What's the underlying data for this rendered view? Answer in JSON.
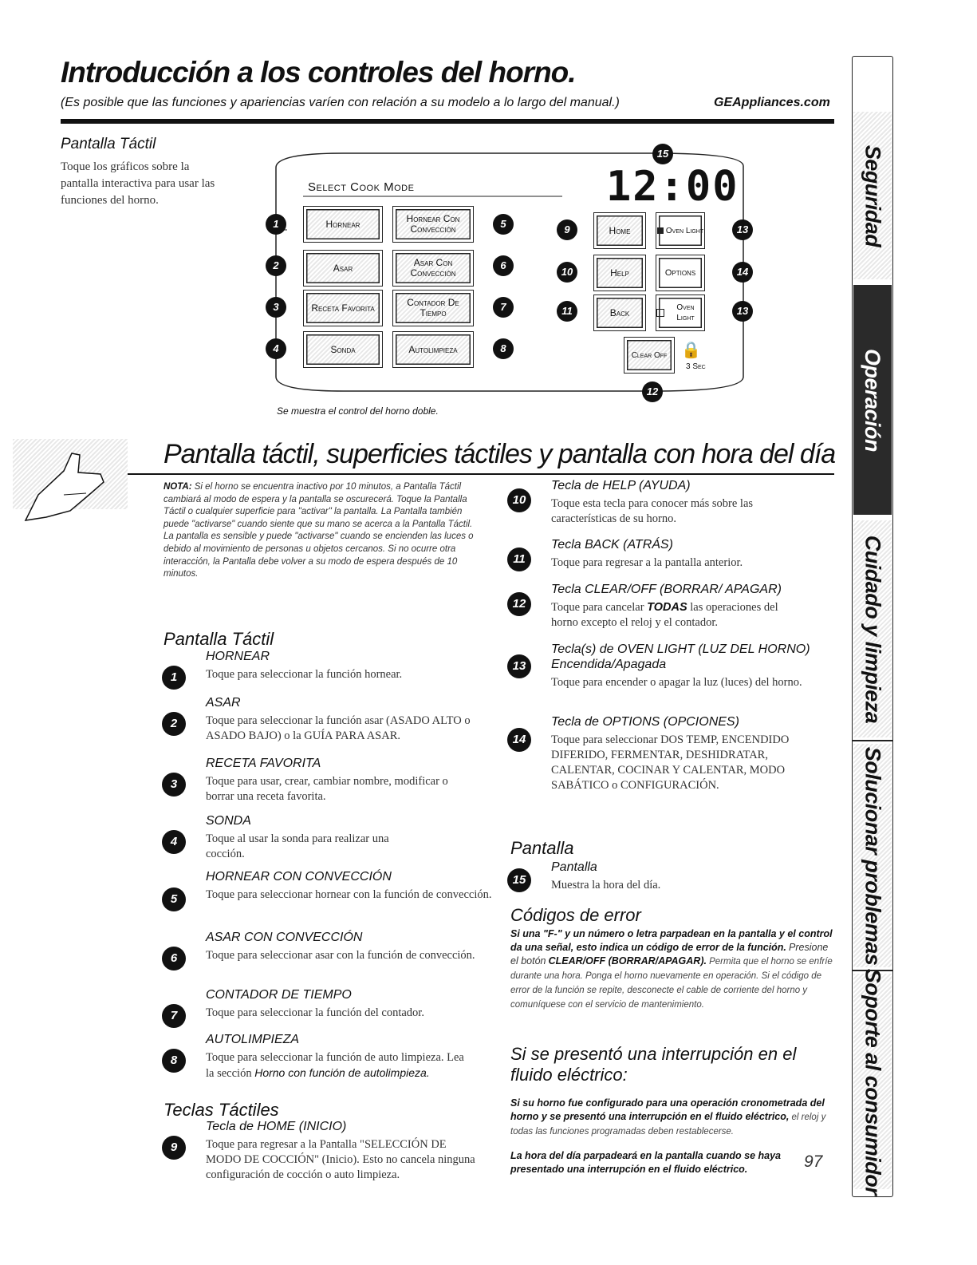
{
  "header": {
    "title": "Introducción a los controles del horno.",
    "subtitle": "(Es posible que las funciones y apariencias varíen con relación a su modelo a lo largo del manual.)",
    "website": "GEAppliances.com"
  },
  "intro": {
    "heading": "Pantalla Táctil",
    "text": "Toque los gráficos sobre la pantalla interactiva para usar las funciones del horno."
  },
  "panel": {
    "mode_label": "Select Cook Mode",
    "clock": "12:00",
    "buttons": {
      "hornear": "Hornear",
      "hornear_conv": "Hornear Con Convección",
      "asar": "Asar",
      "asar_conv": "Asar Con Convección",
      "receta": "Receta Favorita",
      "contador": "Contador De Tiempo",
      "sonda": "Sonda",
      "autolimpieza": "Autolimpieza",
      "home": "Home",
      "oven_light_on": "Oven Light",
      "help": "Help",
      "options": "Options",
      "back": "Back",
      "oven_light_off": "Oven Light",
      "clear_off": "Clear Off",
      "lock_time": "3 Sec"
    },
    "caption": "Se muestra el control del horno doble.",
    "callouts": [
      "1",
      "2",
      "3",
      "4",
      "5",
      "6",
      "7",
      "8",
      "9",
      "10",
      "11",
      "12",
      "13",
      "14",
      "15"
    ]
  },
  "section": {
    "title": "Pantalla táctil, superficies táctiles y pantalla con hora del día",
    "nota_label": "NOTA:",
    "nota_text": "Si el horno se encuentra inactivo por 10 minutos, a Pantalla Táctil cambiará al modo de espera y la pantalla se oscurecerá. Toque la Pantalla Táctil o cualquier superficie para \"activar\" la pantalla. La Pantalla también puede \"activarse\" cuando siente que su mano se acerca a la Pantalla Táctil. La pantalla es sensible y puede \"activarse\" cuando se encienden las luces o debido al movimiento de personas u objetos cercanos. Si no ocurre otra interacción, la Pantalla debe volver a su modo de espera después de 10 minutos."
  },
  "left_col": {
    "touch_heading": "Pantalla Táctil",
    "items": [
      {
        "n": "1",
        "title": "HORNEAR",
        "text": "Toque para seleccionar la función hornear."
      },
      {
        "n": "2",
        "title": "ASAR",
        "text": "Toque para seleccionar la función asar (ASADO ALTO o ASADO BAJO) o la GUÍA PARA ASAR."
      },
      {
        "n": "3",
        "title": "RECETA FAVORITA",
        "text": "Toque para usar, crear, cambiar nombre, modificar o borrar una receta favorita."
      },
      {
        "n": "4",
        "title": "SONDA",
        "text": "Toque al usar la sonda para realizar una cocción."
      },
      {
        "n": "5",
        "title": "HORNEAR CON CONVECCIÓN",
        "text": "Toque para seleccionar hornear con la función de convección."
      },
      {
        "n": "6",
        "title": "ASAR CON CONVECCIÓN",
        "text": "Toque para seleccionar asar con la función de convección."
      },
      {
        "n": "7",
        "title": "CONTADOR DE TIEMPO",
        "text": "Toque para seleccionar la función del contador."
      },
      {
        "n": "8",
        "title": "AUTOLIMPIEZA",
        "text": "Toque para seleccionar la función de auto limpieza. Lea la sección",
        "text_it": "Horno con función de autolimpieza."
      }
    ],
    "keys_heading": "Teclas Táctiles",
    "key9": {
      "n": "9",
      "title": "Tecla de HOME (INICIO)",
      "text": "Toque para regresar a la Pantalla \"SELECCIÓN DE MODO DE COCCIÓN\" (Inicio). Esto no cancela ninguna configuración de cocción o auto limpieza."
    }
  },
  "right_col": {
    "items": [
      {
        "n": "10",
        "title": "Tecla de HELP (AYUDA)",
        "text": "Toque esta tecla para conocer más sobre las características de su horno."
      },
      {
        "n": "11",
        "title": "Tecla BACK (ATRÁS)",
        "text": "Toque para regresar a la pantalla anterior."
      },
      {
        "n": "12",
        "title": "Tecla CLEAR/OFF (BORRAR/ APAGAR)",
        "text_a": "Toque para cancelar",
        "text_b": "TODAS",
        "text_c": "las operaciones del horno excepto el reloj y el contador."
      },
      {
        "n": "13",
        "title": "Tecla(s) de OVEN LIGHT (LUZ DEL HORNO) Encendida/Apagada",
        "text": "Toque para encender o apagar la luz (luces) del horno."
      },
      {
        "n": "14",
        "title": "Tecla de OPTIONS (OPCIONES)",
        "text": "Toque para seleccionar DOS TEMP, ENCENDIDO DIFERIDO, FERMENTAR, DESHIDRATAR, CALENTAR, COCINAR Y CALENTAR, MODO SABÁTICO o CONFIGURACIÓN."
      }
    ],
    "display_heading": "Pantalla",
    "item15": {
      "n": "15",
      "title": "Pantalla",
      "text": "Muestra la hora del día."
    },
    "error_heading": "Códigos de error",
    "error_bold": "Si una \"F-\" y un número o letra parpadean en la pantalla y el control da una señal, esto indica un código de error de la función.",
    "error_press": "Presione el botón",
    "error_btn": "CLEAR/OFF (BORRAR/APAGAR).",
    "error_text": "Permita que el horno se enfríe durante una hora. Ponga el horno nuevamente en operación. Si el código de error de la función se repite, desconecte el cable de corriente del horno y comuníquese con el servicio de mantenimiento.",
    "power_heading": "Si se presentó una interrupción en el fluido eléctrico:",
    "power_bold": "Si su horno fue configurado para una operación cronometrada del horno y se presentó una interrupción en el fluido eléctrico,",
    "power_text": "el reloj y todas las funciones programadas deben restablecerse.",
    "power_bold2": "La hora del día parpadeará en la pantalla cuando se haya presentado una interrupción en el fluido eléctrico."
  },
  "page_number": "97",
  "tabs": [
    "Seguridad",
    "Operación",
    "Cuidado y limpieza",
    "Solucionar problemas",
    "Soporte al consumidor"
  ]
}
